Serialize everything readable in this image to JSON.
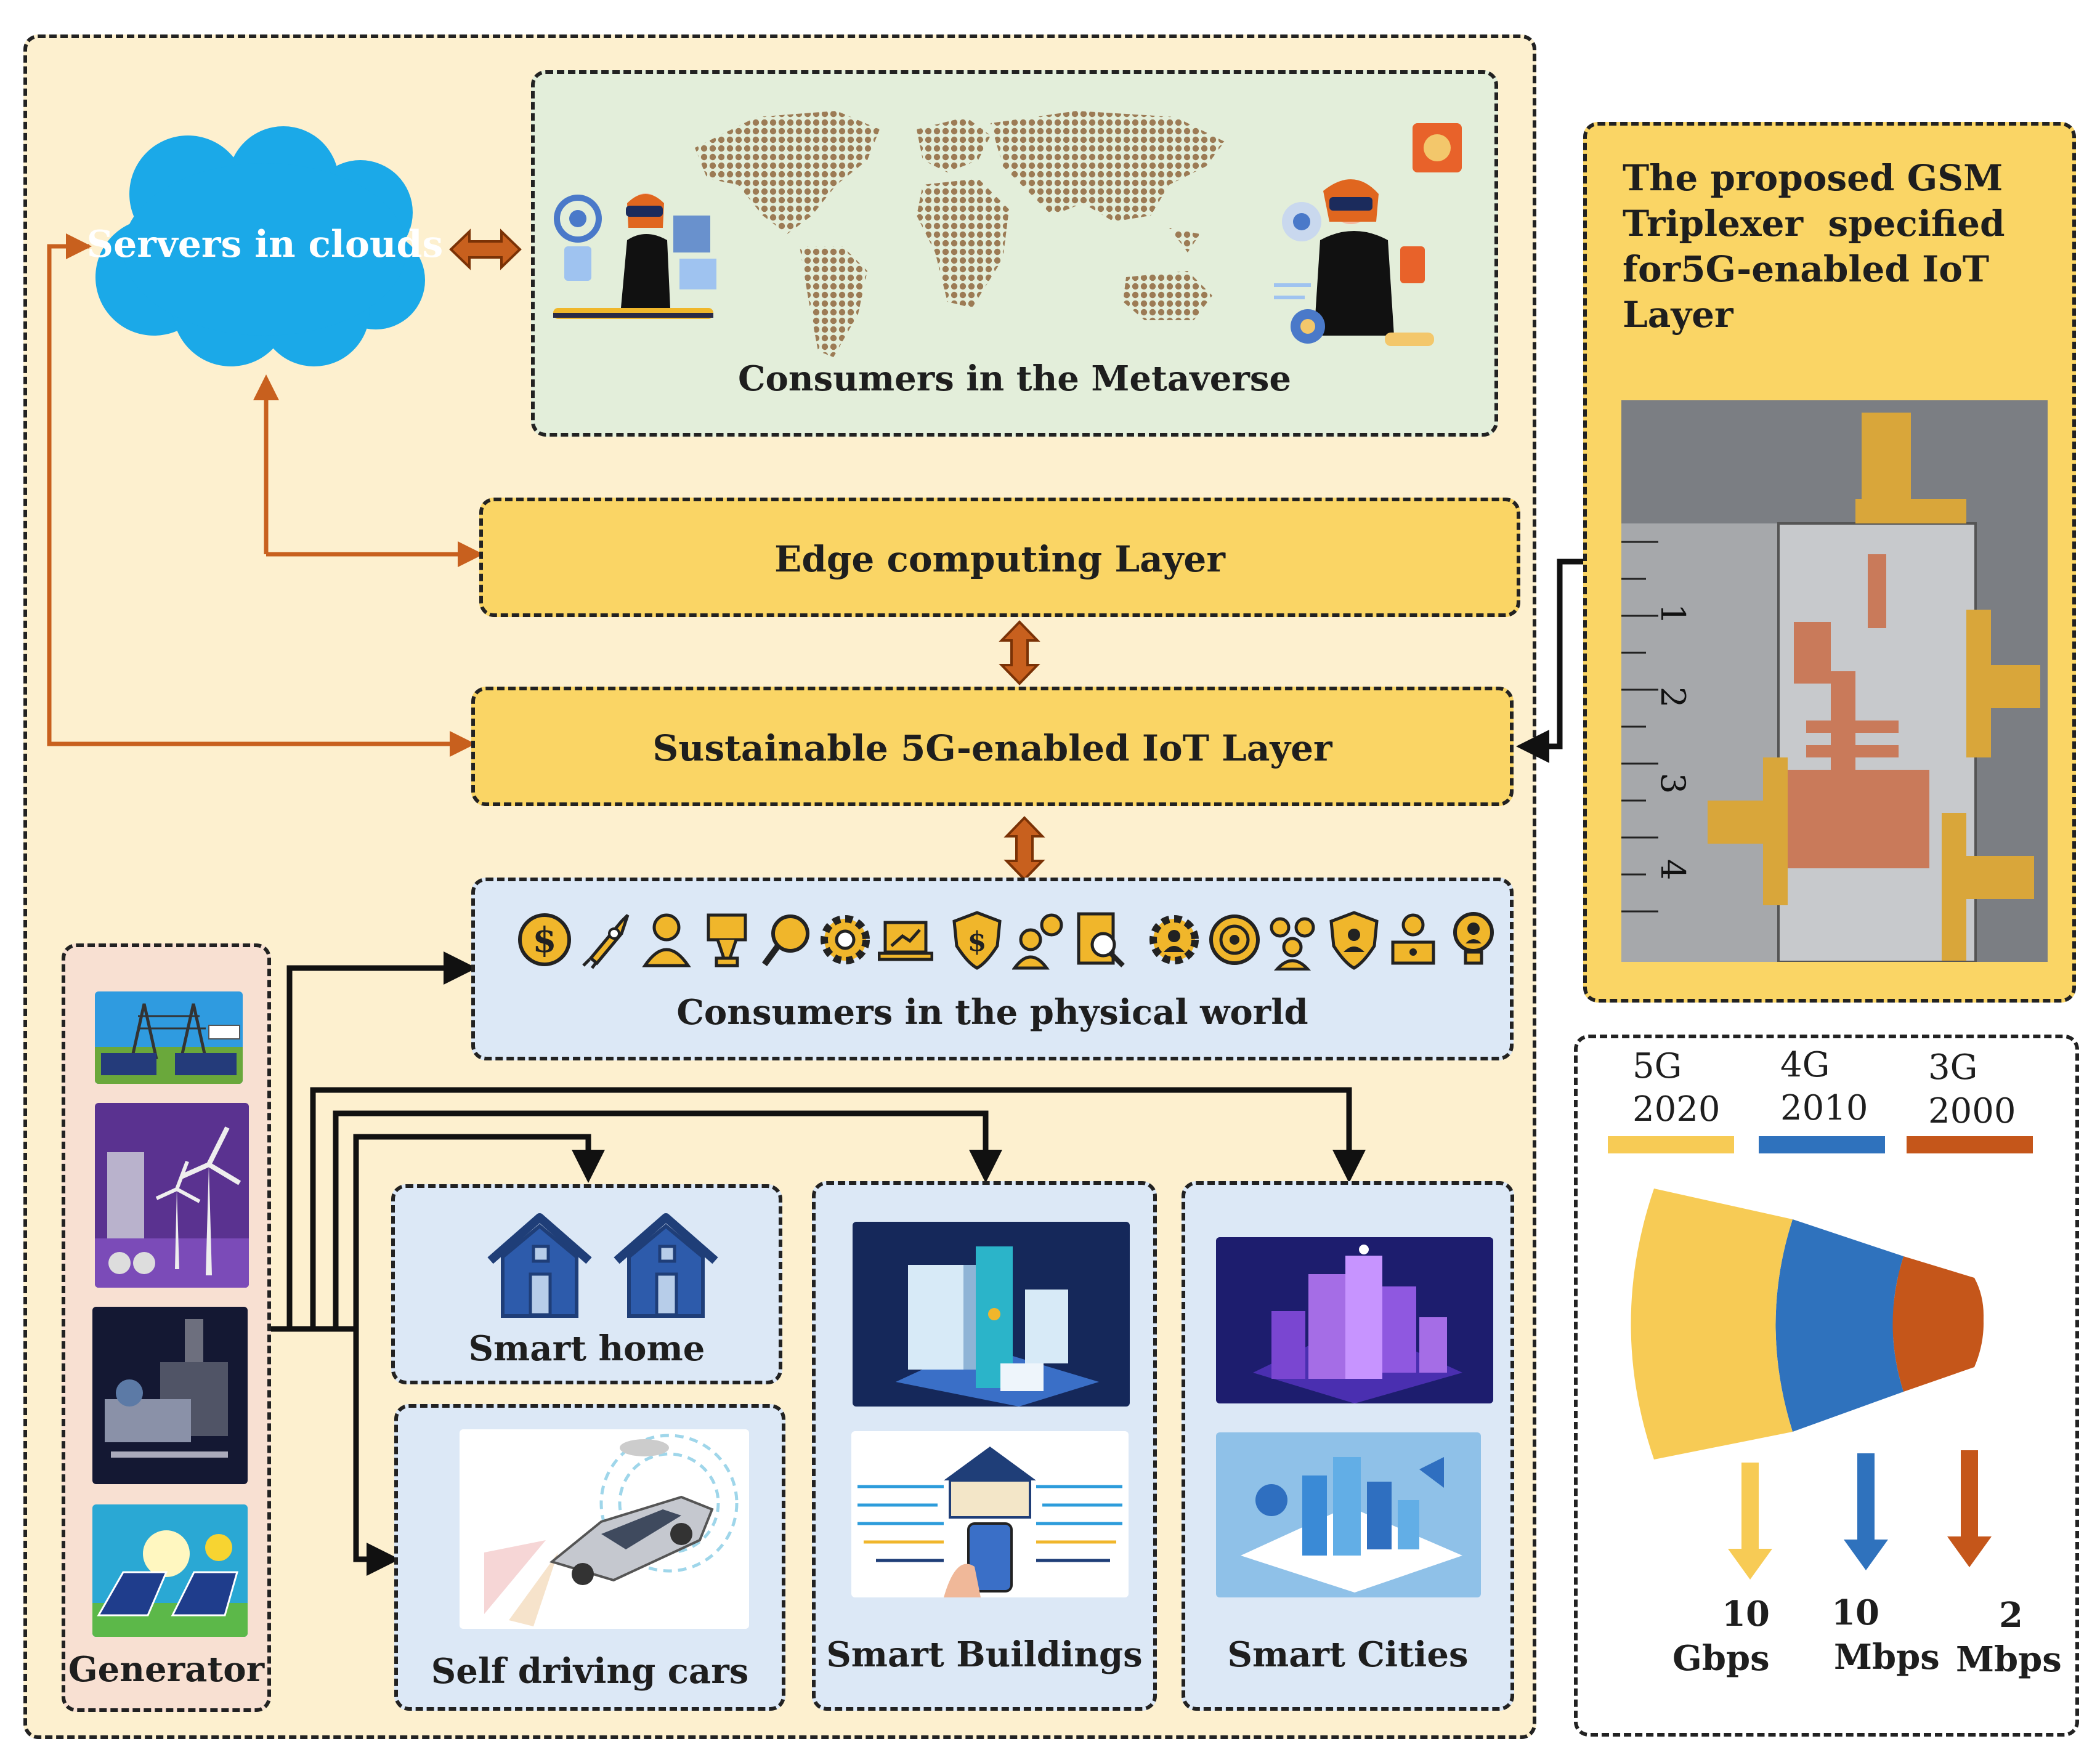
{
  "cloud": {
    "label": "Servers in clouds"
  },
  "metaverse": {
    "label": "Consumers in the Metaverse"
  },
  "edge": {
    "label": "Edge computing Layer"
  },
  "iot": {
    "label": "Sustainable 5G-enabled IoT Layer"
  },
  "physical": {
    "label": "Consumers in the physical world",
    "icons": [
      "dollar-icon",
      "rocket-icon",
      "user-icon",
      "trophy-icon",
      "search-user-icon",
      "gear-icon",
      "laptop-chart-icon",
      "dollar-shield-icon",
      "user-key-icon",
      "document-search-icon",
      "gear-user-icon",
      "target-icon",
      "team-icon",
      "user-shield-icon",
      "user-laptop-icon",
      "user-bulb-icon"
    ]
  },
  "generator": {
    "label": "Generator"
  },
  "smart_home": {
    "label": "Smart home"
  },
  "self_driving": {
    "label": "Self driving cars"
  },
  "smart_buildings": {
    "label": "Smart Buildings"
  },
  "smart_cities": {
    "label": "Smart Cities"
  },
  "triplexer": {
    "title_lines": [
      "The proposed GSM",
      "Triplexer  specified",
      "for5G-enabled IoT Layer"
    ],
    "ruler_marks": [
      "1",
      "2",
      "3",
      "4"
    ]
  },
  "generations": {
    "items": [
      {
        "gen": "5G",
        "year": "2020",
        "speed_value": "10",
        "speed_unit": "Gbps",
        "color": "#f7cb55"
      },
      {
        "gen": "4G",
        "year": "2010",
        "speed_value": "10",
        "speed_unit": "Mbps",
        "color": "#2f72bd"
      },
      {
        "gen": "3G",
        "year": "2000",
        "speed_value": "2",
        "speed_unit": "Mbps",
        "color": "#c5561a"
      }
    ]
  },
  "colors": {
    "outer_bg": "#fdf0cf",
    "layer": "#fad565",
    "pale_blue": "#dce8f6",
    "green_panel": "#e3eeda",
    "orange_arrow": "#c8601e"
  }
}
